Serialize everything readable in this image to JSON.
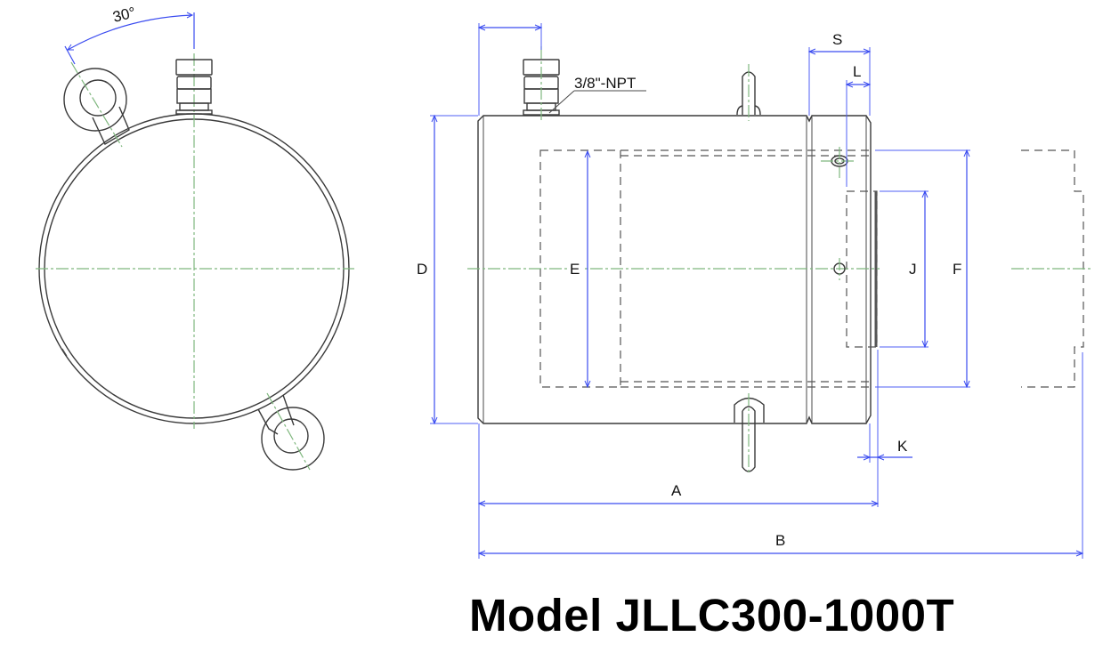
{
  "title": "Model JLLC300-1000T",
  "colors": {
    "outline": "#3a3a3a",
    "dimension": "#3b4cf0",
    "centerline": "#7fb77e",
    "hidden_line": "#555555",
    "background": "#ffffff"
  },
  "end_view": {
    "angle_label": "30°"
  },
  "side_view": {
    "port_note": "3/8\"-NPT",
    "dimensions": {
      "A": "A",
      "B": "B",
      "D": "D",
      "E": "E",
      "F": "F",
      "J": "J",
      "K": "K",
      "L": "L",
      "S": "S"
    }
  }
}
